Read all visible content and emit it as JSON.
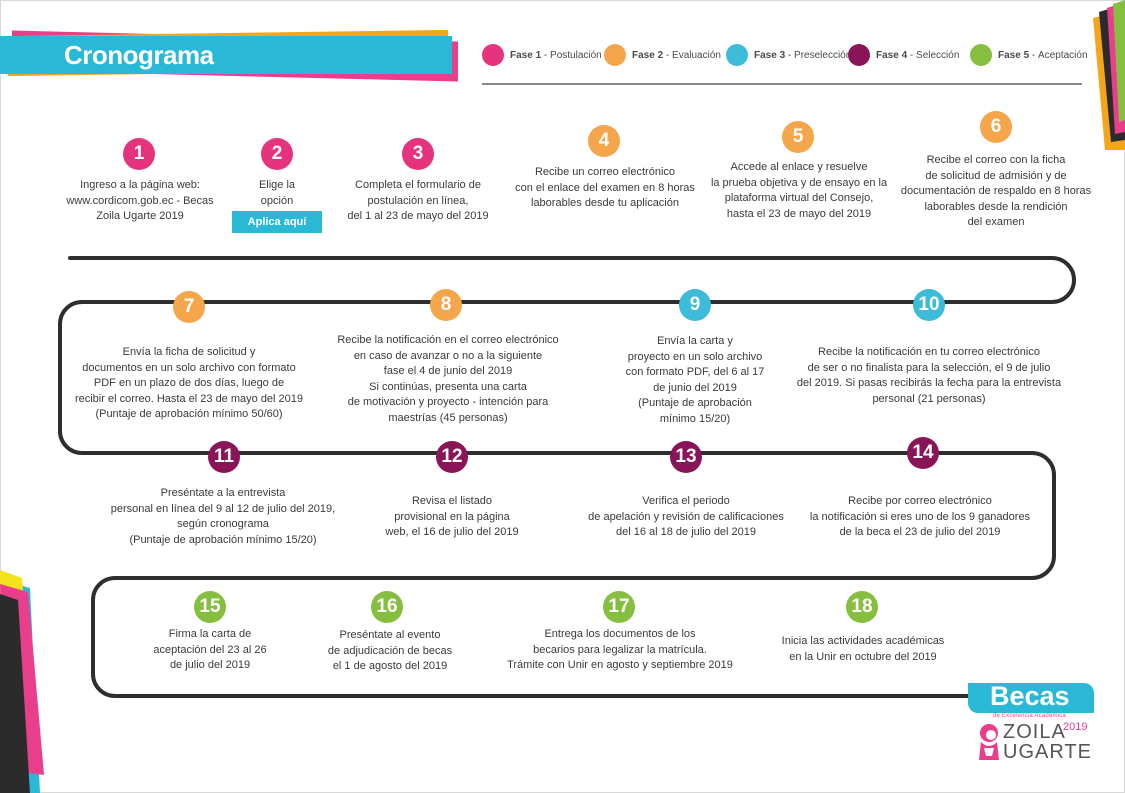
{
  "title": "Cronograma",
  "colors": {
    "fase1": "#e6337e",
    "fase2": "#f5a64a",
    "fase3": "#3cbcd8",
    "fase4": "#8a1458",
    "fase5": "#86bf40",
    "banner": "#29b8d6",
    "path": "#2e2e2e"
  },
  "legend": [
    {
      "phase": "Fase 1",
      "name": "Postulación",
      "color": "#e6337e"
    },
    {
      "phase": "Fase 2",
      "name": "Evaluación",
      "color": "#f5a64a"
    },
    {
      "phase": "Fase 3",
      "name": "Preselección",
      "color": "#3cbcd8"
    },
    {
      "phase": "Fase 4",
      "name": "Selección",
      "color": "#8a1458"
    },
    {
      "phase": "Fase 5",
      "name": "Aceptación",
      "color": "#86bf40"
    }
  ],
  "steps": [
    {
      "number": "1",
      "phase": 1,
      "lines": [
        "Ingreso a la página web:",
        "www.cordicom.gob.ec - Becas",
        "Zoila Ugarte 2019"
      ]
    },
    {
      "number": "2",
      "phase": 1,
      "lines": [
        "Elige la",
        "opción"
      ]
    },
    {
      "number": "3",
      "phase": 1,
      "lines": [
        "Completa el formulario de",
        "postulación en línea,",
        "del 1 al 23 de mayo del 2019"
      ]
    },
    {
      "number": "4",
      "phase": 2,
      "lines": [
        "Recibe un correo electrónico",
        "con el enlace del examen en 8 horas",
        "laborables desde tu aplicación"
      ]
    },
    {
      "number": "5",
      "phase": 2,
      "lines": [
        "Accede al enlace y resuelve",
        "la prueba objetiva y de ensayo en la",
        "plataforma virtual del Consejo,",
        "hasta el 23 de mayo del 2019"
      ]
    },
    {
      "number": "6",
      "phase": 2,
      "lines": [
        "Recibe el correo con la ficha",
        "de solicitud de admisión y de",
        "documentación de respaldo en 8 horas",
        "laborables desde la rendición",
        "del examen"
      ]
    },
    {
      "number": "7",
      "phase": 2,
      "lines": [
        "Envía la ficha de solicitud y",
        "documentos en un solo archivo con formato",
        "PDF en un plazo de dos días, luego de",
        "recibir el correo. Hasta el 23 de mayo del 2019",
        "(Puntaje de aprobación mínimo 50/60)"
      ]
    },
    {
      "number": "8",
      "phase": 2,
      "lines": [
        "Recibe la notificación en el correo electrónico",
        "en caso de avanzar o no a la siguiente",
        "fase el 4 de junio del 2019",
        "Si continúas, presenta una carta",
        "de motivación y proyecto - intención para",
        "maestrías (45 personas)"
      ]
    },
    {
      "number": "9",
      "phase": 3,
      "lines": [
        "Envía la carta y",
        "proyecto en un solo archivo",
        "con formato PDF, del 6 al 17",
        "de junio del 2019",
        "(Puntaje de aprobación",
        "mínimo 15/20)"
      ]
    },
    {
      "number": "10",
      "phase": 3,
      "lines": [
        "Recibe la notificación en tu correo electrónico",
        "de ser o no finalista para la selección, el 9 de julio",
        "del 2019. Si pasas recibirás la fecha para la entrevista",
        "personal (21 personas)"
      ]
    },
    {
      "number": "11",
      "phase": 4,
      "lines": [
        "Preséntate a la entrevista",
        "personal en línea del 9 al 12 de julio del 2019,",
        "según cronograma",
        "(Puntaje de aprobación mínimo 15/20)"
      ]
    },
    {
      "number": "12",
      "phase": 4,
      "lines": [
        "Revisa el listado",
        "provisional en la página",
        "web, el 16 de julio del 2019"
      ]
    },
    {
      "number": "13",
      "phase": 4,
      "lines": [
        "Verifica el periodo",
        "de apelación y revisión de calificaciones",
        "del 16 al 18 de julio del 2019"
      ]
    },
    {
      "number": "14",
      "phase": 4,
      "lines": [
        "Recibe por correo electrónico",
        "la notificación si eres uno de los 9 ganadores",
        "de la beca el 23 de julio del 2019"
      ]
    },
    {
      "number": "15",
      "phase": 5,
      "lines": [
        "Firma la carta de",
        "aceptación del 23 al 26",
        "de julio del 2019"
      ]
    },
    {
      "number": "16",
      "phase": 5,
      "lines": [
        "Preséntate al evento",
        "de adjudicación de becas",
        "el 1 de agosto del 2019"
      ]
    },
    {
      "number": "17",
      "phase": 5,
      "lines": [
        "Entrega los documentos de los",
        "becarios para legalizar la matrícula.",
        "Trámite con Unir en agosto y septiembre 2019"
      ]
    },
    {
      "number": "18",
      "phase": 5,
      "lines": [
        "Inicia las actividades académicas",
        "en la Unir en octubre del 2019"
      ]
    }
  ],
  "apply_button": "Aplica aquí",
  "logo": {
    "becas": "Becas",
    "tagline": "de Excelencia Académica",
    "zoila": "ZOILA",
    "year": "2019",
    "ugarte": "UGARTE"
  }
}
